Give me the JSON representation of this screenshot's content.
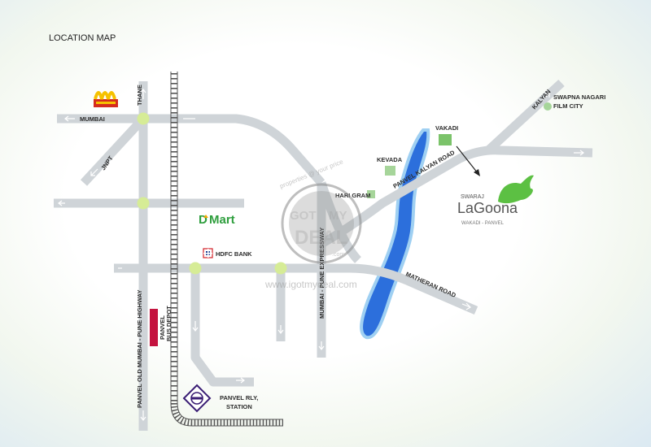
{
  "map": {
    "title": "LOCATION MAP",
    "places": {
      "mumbai": "MUMBAI",
      "thane": "THANE",
      "jnpt": "JNPT",
      "kalyan": "KALYAN",
      "swapna_line1": "SWAPNA NAGARI",
      "swapna_line2": "FILM CITY",
      "vakadi": "VAKADI",
      "kevada": "KEVADA",
      "hari_gram": "HARI GRAM",
      "panvel_kalyan_road": "PANVEL KALYAN ROAD",
      "matheran_road": "MATHERAN ROAD",
      "mumbai_pune_expressway": "MUMBAI - PUNE EXPRESSWAY",
      "old_mumbai_pune_highway": "OLD MUMBAI - PUNE HIGHWAY",
      "panvel": "PANVEL",
      "bus_depot_line1": "PANVEL",
      "bus_depot_line2": "BUS DEPOT",
      "hdfc_bank": "HDFC BANK",
      "dmart_d": "D",
      "dmart_rest": "Mart",
      "panvel_station_line1": "PANVEL RLY,",
      "panvel_station_line2": "STATION"
    },
    "project": {
      "prefix": "SWARAJ",
      "name": "LaGoona",
      "location": "WAKADI - PANVEL"
    },
    "watermark": {
      "tagline": "properties @ your price",
      "got": "GOT",
      "my": "MY",
      "deal": "DEAL",
      "com": ".com",
      "url": "www.igotmydeal.com"
    },
    "colors": {
      "road": "#cfd4d8",
      "junction": "#d6ec96",
      "river": "#2c6fdc",
      "river_edge": "#9fd0f2",
      "landmark_green": "#7bc36a",
      "bus_depot": "#c4133f",
      "dmart_green": "#2e9e3d",
      "lagoona_green": "#5cc043",
      "station_purple": "#3a1d74"
    },
    "icons": [
      "mcdonalds-logo-icon",
      "dmart-logo-icon",
      "hdfc-logo-icon",
      "railway-station-icon",
      "lagoona-leaf-icon",
      "direction-arrow-icon"
    ]
  }
}
